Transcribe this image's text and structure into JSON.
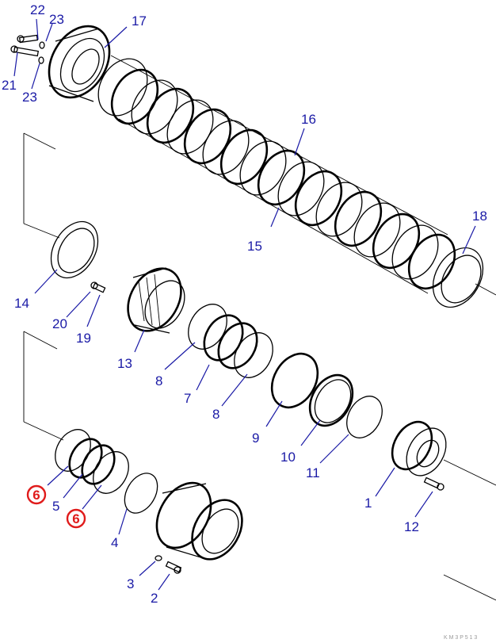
{
  "accent_color": "#1a1aa6",
  "highlight_color": "#e01b1b",
  "labels": {
    "p1": "1",
    "p2": "2",
    "p3": "3",
    "p4": "4",
    "p5": "5",
    "p6a": "6",
    "p6b": "6",
    "p7": "7",
    "p8a": "8",
    "p8b": "8",
    "p9": "9",
    "p10": "10",
    "p11": "11",
    "p12": "12",
    "p13": "13",
    "p14": "14",
    "p15": "15",
    "p16": "16",
    "p17": "17",
    "p18": "18",
    "p19": "19",
    "p20": "20",
    "p21": "21",
    "p22": "22",
    "p23a": "23",
    "p23b": "23"
  },
  "footer_code": "K M 3 P 5 1 3"
}
